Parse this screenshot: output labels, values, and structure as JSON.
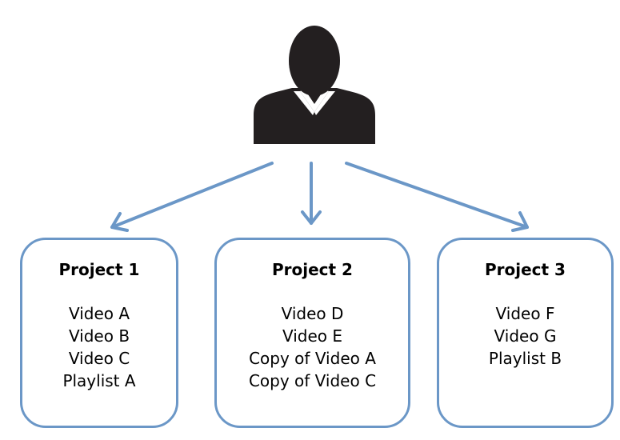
{
  "colors": {
    "accent": "#6b97c7",
    "person": "#231f20",
    "collar": "#ffffff"
  },
  "user": {
    "icon": "person-icon"
  },
  "projects": [
    {
      "title": "Project 1",
      "items": [
        "Video A",
        "Video B",
        "Video C",
        "Playlist A"
      ]
    },
    {
      "title": "Project 2",
      "items": [
        "Video D",
        "Video E",
        "Copy of Video A",
        "Copy of Video C"
      ]
    },
    {
      "title": "Project 3",
      "items": [
        "Video F",
        "Video G",
        "Playlist B"
      ]
    }
  ]
}
